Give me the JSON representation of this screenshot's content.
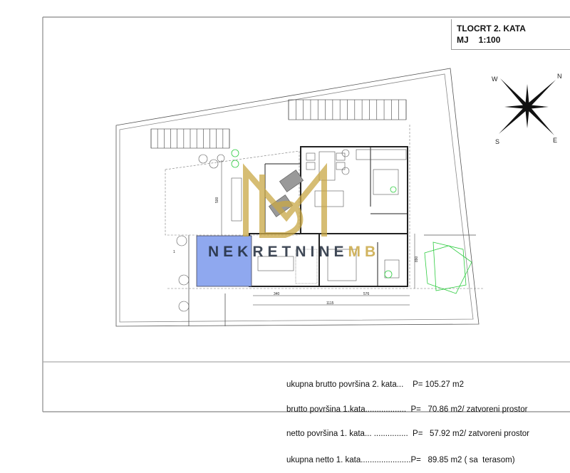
{
  "title_block": {
    "title": "TLOCRT 2. KATA",
    "scale_label": "MJ",
    "scale_value": "1:100"
  },
  "compass": {
    "labels": [
      "N",
      "E",
      "S",
      "W"
    ]
  },
  "watermark": {
    "name_dark": "NEKRETNINE",
    "name_gold": "MB",
    "logo_letters": "MB",
    "colors": {
      "gold": "#c9a845",
      "dark": "#1f2a3a"
    }
  },
  "dimensions": {
    "left_segment": "340",
    "right_segment": "576",
    "total": "1115",
    "right_vertical": "890",
    "left_vertical": "500",
    "level_marker": "1"
  },
  "areas": [
    "ukupna brutto površina 2. kata...    P= 105.27 m2",
    "brutto površina 1.kata..................  P=   70.86 m2/ zatvoreni prostor",
    "netto površina 1. kata... ...............  P=   57.92 m2/ zatvoreni prostor",
    "ukupna netto 1. kata......................P=   89.85 m2 ( sa  terasom)"
  ],
  "colors": {
    "pool": "#8fa8ef",
    "vegetation": "#2ecc40",
    "lines": "#333333"
  }
}
